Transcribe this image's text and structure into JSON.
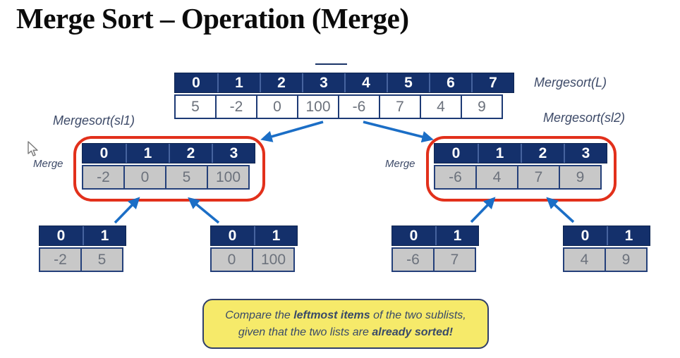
{
  "title": "Merge Sort – Operation (Merge)",
  "labels": {
    "mergesort_l": "Mergesort(L)",
    "mergesort_sl1": "Mergesort(sl1)",
    "mergesort_sl2": "Mergesort(sl2)",
    "merge_left": "Merge",
    "merge_right": "Merge"
  },
  "tables": {
    "main": {
      "indices": [
        "0",
        "1",
        "2",
        "3",
        "4",
        "5",
        "6",
        "7"
      ],
      "values": [
        "5",
        "-2",
        "0",
        "100",
        "-6",
        "7",
        "4",
        "9"
      ]
    },
    "merged_left": {
      "indices": [
        "0",
        "1",
        "2",
        "3"
      ],
      "values": [
        "-2",
        "0",
        "5",
        "100"
      ]
    },
    "merged_right": {
      "indices": [
        "0",
        "1",
        "2",
        "3"
      ],
      "values": [
        "-6",
        "4",
        "7",
        "9"
      ]
    },
    "sub1": {
      "indices": [
        "0",
        "1"
      ],
      "values": [
        "-2",
        "5"
      ]
    },
    "sub2": {
      "indices": [
        "0",
        "1"
      ],
      "values": [
        "0",
        "100"
      ]
    },
    "sub3": {
      "indices": [
        "0",
        "1"
      ],
      "values": [
        "-6",
        "7"
      ]
    },
    "sub4": {
      "indices": [
        "0",
        "1"
      ],
      "values": [
        "4",
        "9"
      ]
    }
  },
  "callout": {
    "line1_pre": "Compare the ",
    "line1_bold": "leftmost items",
    "line1_post": " of the two sublists,",
    "line2_pre": "given that the two lists are ",
    "line2_bold": "already sorted!",
    "line2_post": ""
  },
  "colors": {
    "header_navy": "#14306b",
    "cell_gray": "#c8c8c8",
    "value_text": "#6c727c",
    "arrow_blue": "#1b6ec6",
    "highlight_red": "#e2301b",
    "callout_yellow": "#f6ea6a",
    "label_slate": "#3d4a68"
  }
}
